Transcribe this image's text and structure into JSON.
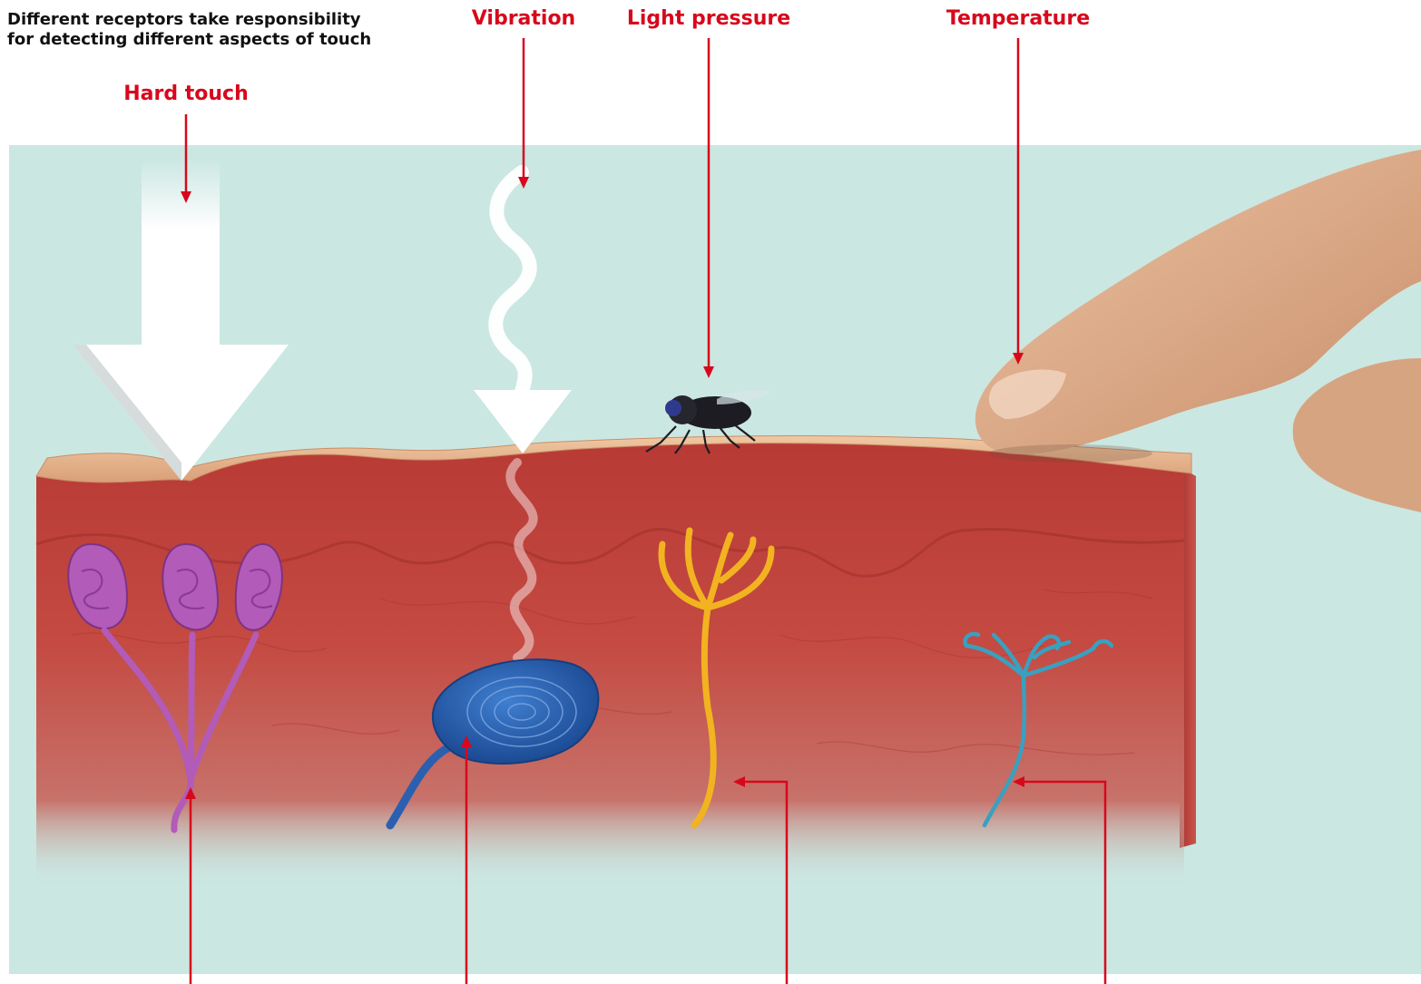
{
  "heading": {
    "line1": "Different receptors take responsibility",
    "line2": "for detecting different aspects of touch"
  },
  "stimuli": [
    {
      "id": "hard-touch",
      "label": "Hard touch"
    },
    {
      "id": "vibration",
      "label": "Vibration"
    },
    {
      "id": "light-pressure",
      "label": "Light pressure"
    },
    {
      "id": "temperature",
      "label": "Temperature"
    }
  ],
  "colors": {
    "label_red": "#d7081c",
    "background_teal": "#cbe7e2",
    "skin_surface": "#e8b992",
    "dermis": "#c3463f",
    "hard_touch_receptor": "#b25bb8",
    "vibration_receptor": "#2b5fb0",
    "light_pressure_receptor": "#f2b320",
    "temperature_receptor": "#3aa0c0",
    "fly": "#1c1c22",
    "finger": "#e0b08e"
  }
}
